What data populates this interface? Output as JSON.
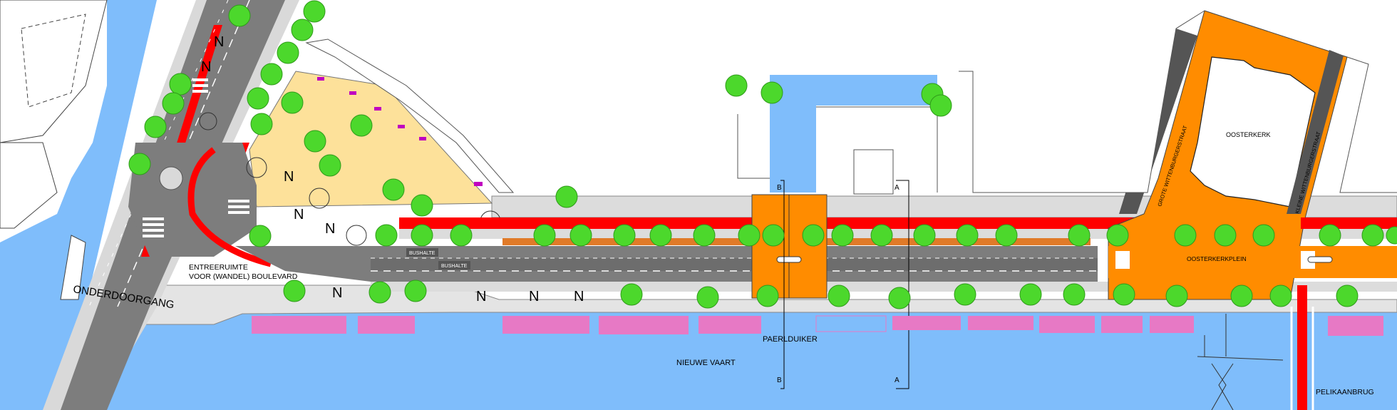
{
  "labels": {
    "onderdoorgang": "ONDERDOORGANG",
    "entreeruimte_line1": "ENTREERUIMTE",
    "entreeruimte_line2": "VOOR (WANDEL) BOULEVARD",
    "paerlduiker": "PAERLDUIKER",
    "nieuwe_vaart": "NIEUWE VAART",
    "pelikaanbrug": "PELIKAANBRUG",
    "oosterkerk": "OOSTERKERK",
    "oosterkerkplein": "OOSTERKERKPLEIN",
    "grote_wittenburgerstraat": "GROTE WITTENBURGERSTRAAT",
    "kleine_wittenburgerstraat": "KLEINE WITTENBURGERSTRAAT",
    "bushalte": "BUSHALTE",
    "section_a": "A",
    "section_b": "B",
    "tree_marker": "N"
  },
  "colors": {
    "water": "#7fbdfb",
    "road": "#7d7d7d",
    "sidewalk": "#d9d9d9",
    "bike_lane": "#ff0000",
    "square": "#ff8c00",
    "park": "#fde19a",
    "mooring": "#e779c5",
    "tree": "#4cd82c",
    "roof_accent": "#c000c0"
  }
}
